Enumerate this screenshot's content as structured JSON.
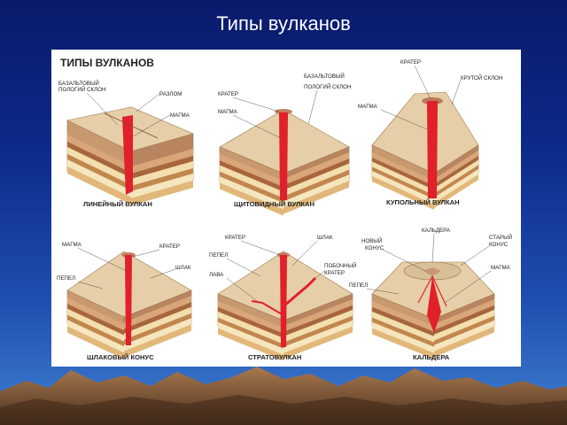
{
  "slide": {
    "title": "Типы вулканов"
  },
  "figure": {
    "title": "Типы вулканов",
    "panels": [
      {
        "caption": "Линейный вулкан",
        "labels": [
          "БАЗАЛЬТОВЫЙ",
          "ПОЛОГИЙ СКЛОН",
          "РАЗЛОМ",
          "МАГМА"
        ]
      },
      {
        "caption": "Щитовидный вулкан",
        "labels": [
          "БАЗАЛЬТОВЫЙ",
          "ПОЛОГИЙ СКЛОН",
          "КРАТЕР",
          "МАГМА"
        ]
      },
      {
        "caption": "Купольный вулкан",
        "labels": [
          "КРАТЕР",
          "КРУТОЙ СКЛОН",
          "МАГМА"
        ]
      },
      {
        "caption": "Шлаковый конус",
        "labels": [
          "МАГМА",
          "КРАТЕР",
          "ШЛАК",
          "ПЕПЕЛ"
        ]
      },
      {
        "caption": "Стратовулкан",
        "labels": [
          "КРАТЕР",
          "ШЛАК",
          "ПЕПЕЛ",
          "ЛАВА",
          "ПОБОЧНЫЙ",
          "КРАТЕР"
        ]
      },
      {
        "caption": "Кальдера",
        "labels": [
          "КАЛЬДЕРА",
          "НОВЫЙ",
          "КОНУС",
          "СТАРЫЙ",
          "КОНУС",
          "МАГМА",
          "ПЕПЕЛ"
        ]
      }
    ]
  },
  "colors": {
    "background_top": "#0a1a6a",
    "background_bottom": "#3d7fd0",
    "magma": "#e0202a",
    "rock_top": "#e8d2b0",
    "rock_side": "#c89870",
    "layer_light": "#f3deae",
    "layer_dark": "#a8663c"
  }
}
